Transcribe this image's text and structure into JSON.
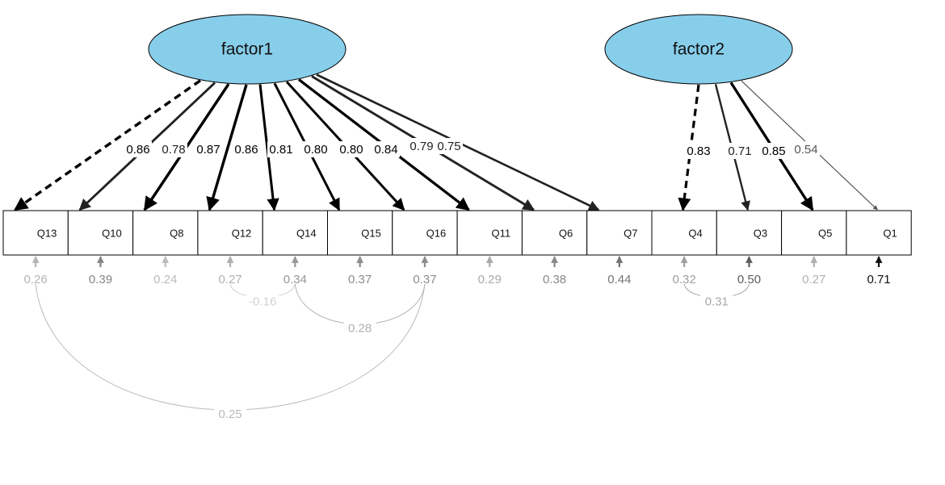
{
  "diagram": {
    "colors": {
      "factor_fill": "#87CEEB",
      "stroke": "#000000",
      "background": "#ffffff"
    },
    "factors": [
      {
        "id": "factor1",
        "label": "factor1"
      },
      {
        "id": "factor2",
        "label": "factor2"
      }
    ],
    "indicators": [
      {
        "id": "Q13",
        "label": "Q13"
      },
      {
        "id": "Q10",
        "label": "Q10"
      },
      {
        "id": "Q8",
        "label": "Q8"
      },
      {
        "id": "Q12",
        "label": "Q12"
      },
      {
        "id": "Q14",
        "label": "Q14"
      },
      {
        "id": "Q15",
        "label": "Q15"
      },
      {
        "id": "Q16",
        "label": "Q16"
      },
      {
        "id": "Q11",
        "label": "Q11"
      },
      {
        "id": "Q6",
        "label": "Q6"
      },
      {
        "id": "Q7",
        "label": "Q7"
      },
      {
        "id": "Q4",
        "label": "Q4"
      },
      {
        "id": "Q3",
        "label": "Q3"
      },
      {
        "id": "Q5",
        "label": "Q5"
      },
      {
        "id": "Q1",
        "label": "Q1"
      }
    ],
    "loadings": [
      {
        "factor": "factor1",
        "indicator": "Q13",
        "label": "0.86",
        "value": 0.86,
        "fixed": true
      },
      {
        "factor": "factor1",
        "indicator": "Q10",
        "label": "0.78",
        "value": 0.78,
        "fixed": false
      },
      {
        "factor": "factor1",
        "indicator": "Q8",
        "label": "0.87",
        "value": 0.87,
        "fixed": false
      },
      {
        "factor": "factor1",
        "indicator": "Q12",
        "label": "0.86",
        "value": 0.86,
        "fixed": false
      },
      {
        "factor": "factor1",
        "indicator": "Q14",
        "label": "0.81",
        "value": 0.81,
        "fixed": false
      },
      {
        "factor": "factor1",
        "indicator": "Q15",
        "label": "0.80",
        "value": 0.8,
        "fixed": false
      },
      {
        "factor": "factor1",
        "indicator": "Q16",
        "label": "0.80",
        "value": 0.8,
        "fixed": false
      },
      {
        "factor": "factor1",
        "indicator": "Q11",
        "label": "0.84",
        "value": 0.84,
        "fixed": false
      },
      {
        "factor": "factor1",
        "indicator": "Q6",
        "label": "0.79",
        "value": 0.79,
        "fixed": false
      },
      {
        "factor": "factor1",
        "indicator": "Q7",
        "label": "0.75",
        "value": 0.75,
        "fixed": false
      },
      {
        "factor": "factor2",
        "indicator": "Q4",
        "label": "0.83",
        "value": 0.83,
        "fixed": true
      },
      {
        "factor": "factor2",
        "indicator": "Q3",
        "label": "0.71",
        "value": 0.71,
        "fixed": false
      },
      {
        "factor": "factor2",
        "indicator": "Q5",
        "label": "0.85",
        "value": 0.85,
        "fixed": false
      },
      {
        "factor": "factor2",
        "indicator": "Q1",
        "label": "0.54",
        "value": 0.54,
        "fixed": false
      }
    ],
    "residuals": [
      {
        "indicator": "Q13",
        "label": "0.26",
        "value": 0.26
      },
      {
        "indicator": "Q10",
        "label": "0.39",
        "value": 0.39
      },
      {
        "indicator": "Q8",
        "label": "0.24",
        "value": 0.24
      },
      {
        "indicator": "Q12",
        "label": "0.27",
        "value": 0.27
      },
      {
        "indicator": "Q14",
        "label": "0.34",
        "value": 0.34
      },
      {
        "indicator": "Q15",
        "label": "0.37",
        "value": 0.37
      },
      {
        "indicator": "Q16",
        "label": "0.37",
        "value": 0.37
      },
      {
        "indicator": "Q11",
        "label": "0.29",
        "value": 0.29
      },
      {
        "indicator": "Q6",
        "label": "0.38",
        "value": 0.38
      },
      {
        "indicator": "Q7",
        "label": "0.44",
        "value": 0.44
      },
      {
        "indicator": "Q4",
        "label": "0.32",
        "value": 0.32
      },
      {
        "indicator": "Q3",
        "label": "0.50",
        "value": 0.5
      },
      {
        "indicator": "Q5",
        "label": "0.27",
        "value": 0.27
      },
      {
        "indicator": "Q1",
        "label": "0.71",
        "value": 0.71
      }
    ],
    "covariances": [
      {
        "from": "Q13",
        "to": "Q16",
        "label": "0.25",
        "value": 0.25
      },
      {
        "from": "Q12",
        "to": "Q14",
        "label": "-0.16",
        "value": -0.16
      },
      {
        "from": "Q14",
        "to": "Q16",
        "label": "0.28",
        "value": 0.28
      },
      {
        "from": "Q4",
        "to": "Q3",
        "label": "0.31",
        "value": 0.31
      }
    ]
  }
}
